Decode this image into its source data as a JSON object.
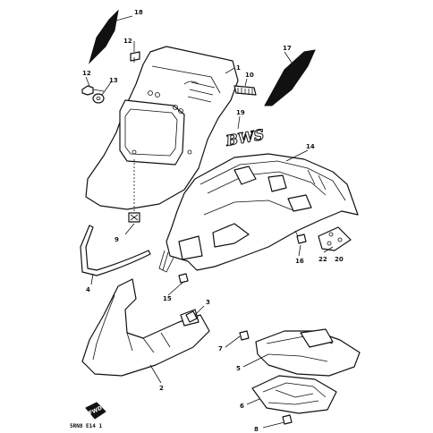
{
  "callouts": {
    "c1": "1",
    "c2": "2",
    "c3": "3",
    "c4": "4",
    "c5": "5",
    "c6": "6",
    "c7": "7",
    "c8": "8",
    "c9": "9",
    "c10": "10",
    "c12a": "12",
    "c12b": "12",
    "c13": "13",
    "c14": "14",
    "c15": "15",
    "c16": "16",
    "c17": "17",
    "c18": "18",
    "c19": "19",
    "c20": "20",
    "c22": "22"
  },
  "decal_text": "BWS",
  "fwd_label": "FWD",
  "figure_code": "5RN8 E14 1"
}
